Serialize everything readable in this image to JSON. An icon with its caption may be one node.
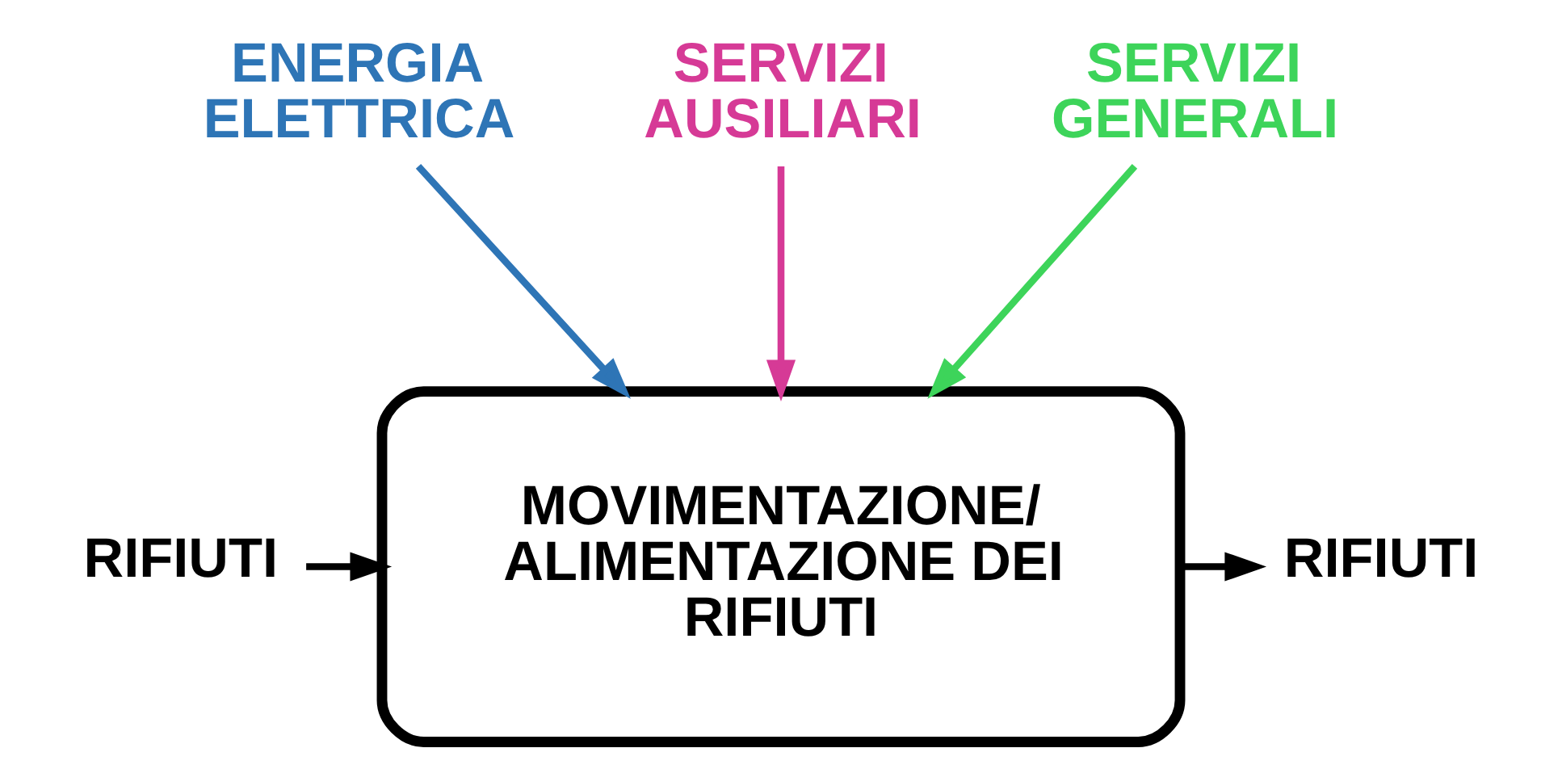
{
  "diagram": {
    "nodes": [
      {
        "text": [
          "SERVIZI GENERALI"
        ]
      },
      {
        "text": [
          "SERVIZI AUSILIARI"
        ]
      },
      {
        "text": [
          "ENERGIA ELETTRICA"
        ]
      },
      {
        "text": [
          "RIFIUTI"
        ]
      },
      {
        "text": [
          "MOVIMENTAZIONE/ ALIMENTAZIONE DEI RIFIUTI"
        ]
      },
      {
        "text": [
          "RIFIUTI"
        ]
      }
    ],
    "edges": [
      {
        "from": 0,
        "to": 4,
        "arrow": "to",
        "color": "#3dd45a"
      },
      {
        "from": 1,
        "to": 4,
        "arrow": "to",
        "color": "#d63a96"
      },
      {
        "from": 2,
        "to": 4,
        "arrow": "to",
        "color": "#2e75b6"
      },
      {
        "from": 3,
        "to": 4,
        "arrow": "to"
      },
      {
        "from": 4,
        "to": 5,
        "arrow": "to"
      }
    ]
  }
}
